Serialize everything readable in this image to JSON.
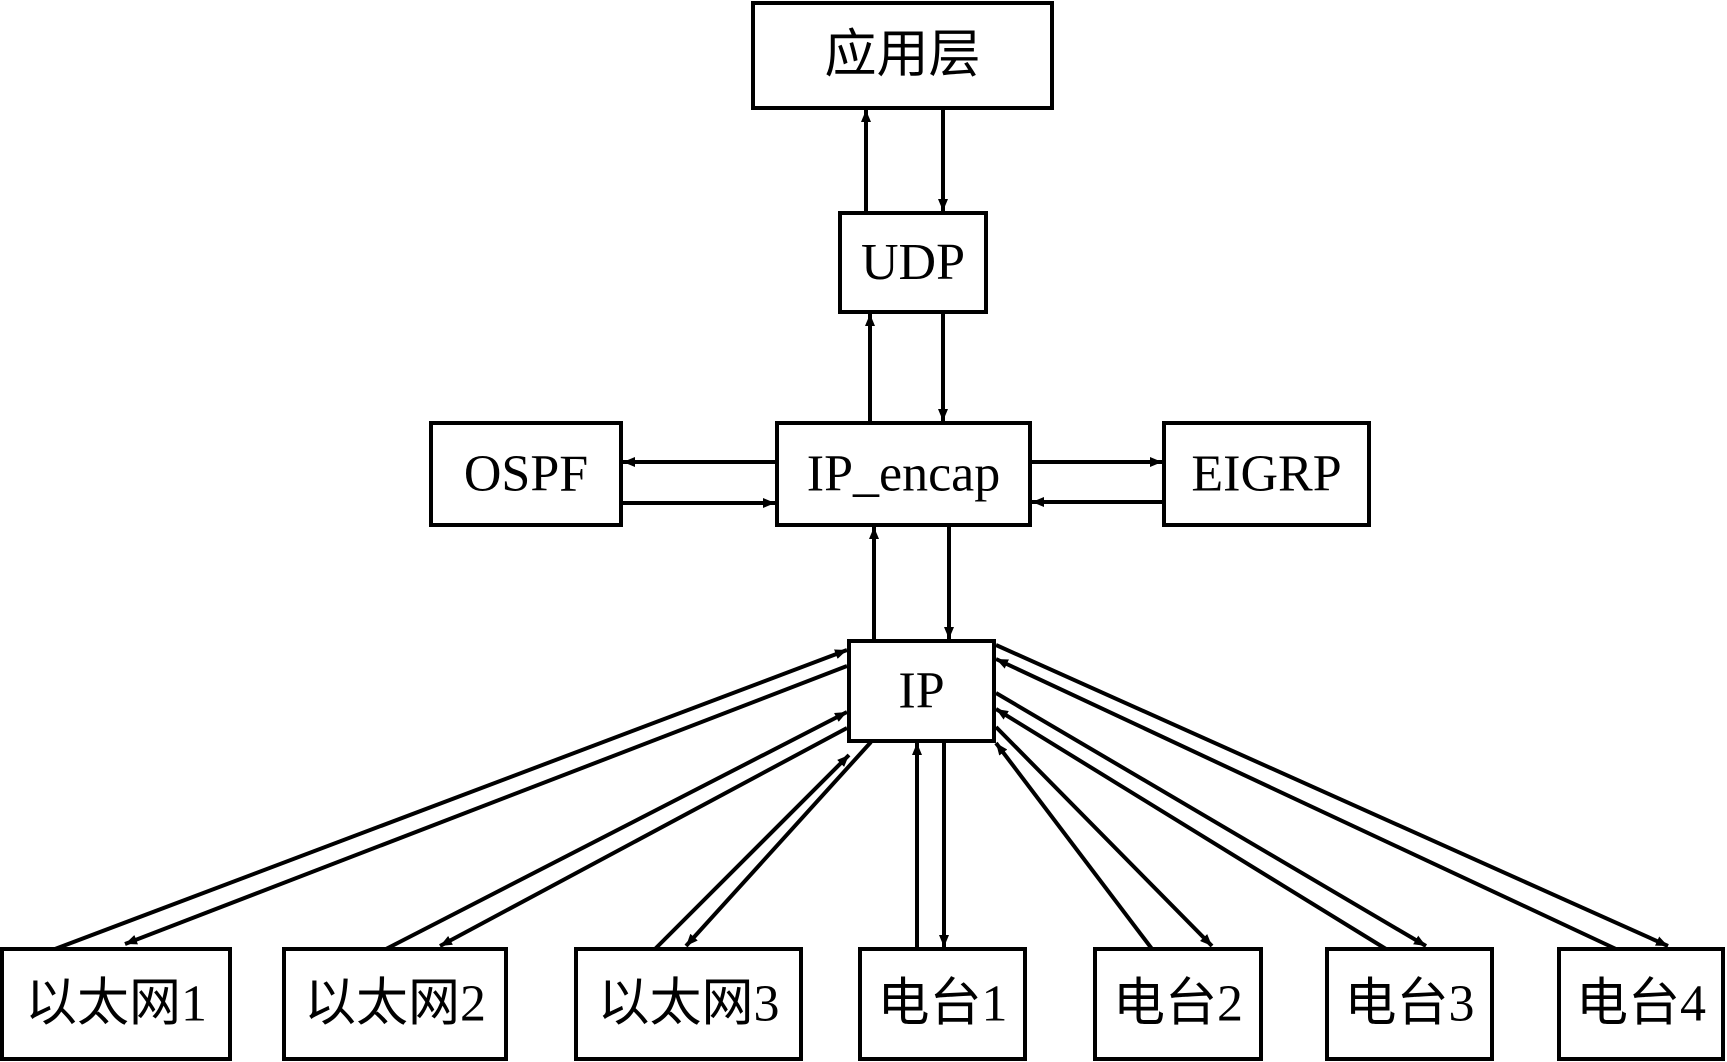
{
  "nodes": {
    "app": {
      "label": "应用层"
    },
    "udp": {
      "label": "UDP"
    },
    "ospf": {
      "label": "OSPF"
    },
    "encap": {
      "label": "IP_encap"
    },
    "eigrp": {
      "label": "EIGRP"
    },
    "ip": {
      "label": "IP"
    },
    "eth1": {
      "label": "以太网1"
    },
    "eth2": {
      "label": "以太网2"
    },
    "eth3": {
      "label": "以太网3"
    },
    "radio1": {
      "label": "电台1"
    },
    "radio2": {
      "label": "电台2"
    },
    "radio3": {
      "label": "电台3"
    },
    "radio4": {
      "label": "电台4"
    }
  },
  "edges": [
    {
      "from": "udp",
      "to": "app"
    },
    {
      "from": "app",
      "to": "udp"
    },
    {
      "from": "encap",
      "to": "udp"
    },
    {
      "from": "udp",
      "to": "encap"
    },
    {
      "from": "encap",
      "to": "ospf"
    },
    {
      "from": "ospf",
      "to": "encap"
    },
    {
      "from": "encap",
      "to": "eigrp"
    },
    {
      "from": "eigrp",
      "to": "encap"
    },
    {
      "from": "ip",
      "to": "encap"
    },
    {
      "from": "encap",
      "to": "ip"
    },
    {
      "from": "eth1",
      "to": "ip"
    },
    {
      "from": "ip",
      "to": "eth1"
    },
    {
      "from": "eth2",
      "to": "ip"
    },
    {
      "from": "ip",
      "to": "eth2"
    },
    {
      "from": "eth3",
      "to": "ip"
    },
    {
      "from": "ip",
      "to": "eth3"
    },
    {
      "from": "radio1",
      "to": "ip"
    },
    {
      "from": "ip",
      "to": "radio1"
    },
    {
      "from": "radio2",
      "to": "ip"
    },
    {
      "from": "ip",
      "to": "radio2"
    },
    {
      "from": "radio3",
      "to": "ip"
    },
    {
      "from": "ip",
      "to": "radio3"
    },
    {
      "from": "radio4",
      "to": "ip"
    },
    {
      "from": "ip",
      "to": "radio4"
    }
  ]
}
